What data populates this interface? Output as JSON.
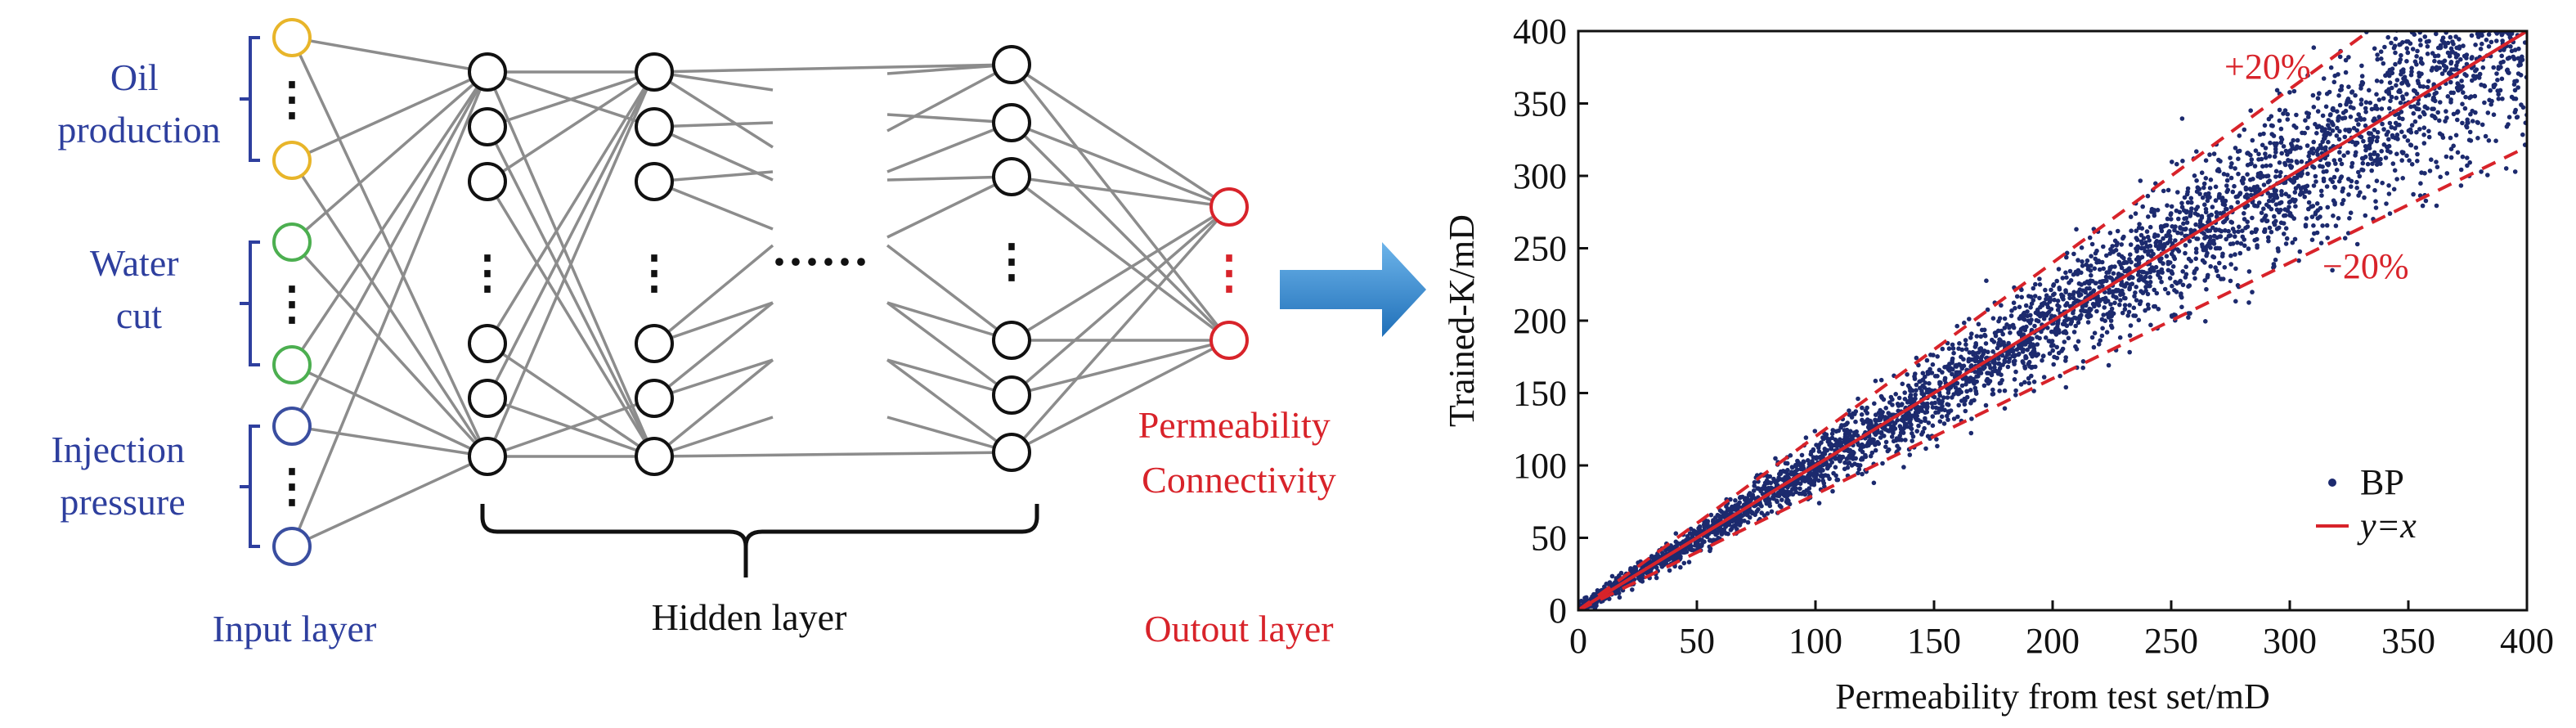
{
  "network": {
    "input_groups": [
      {
        "label_lines": [
          "Oil",
          "production"
        ],
        "node_color": "#e8b52a"
      },
      {
        "label_lines": [
          "Water",
          "cut"
        ],
        "node_color": "#4caf50"
      },
      {
        "label_lines": [
          "Injection",
          "pressure"
        ],
        "node_color": "#3a4ea0"
      }
    ],
    "output_labels": [
      "Permeability",
      "Connectivity"
    ],
    "layer_labels": {
      "input": "Input layer",
      "hidden": "Hidden layer",
      "output": "Outout layer"
    },
    "dots": {
      "vertical": "⋮",
      "horizontal": "······"
    },
    "colors": {
      "input_text": "#2e3f9e",
      "output": "#d8232a",
      "hidden_text": "#111111",
      "edge": "#8c8c8c",
      "node_stroke": "#111111",
      "arrow": "#3a8ed0"
    }
  },
  "chart_data": {
    "type": "scatter",
    "xlabel": "Permeability from test set/mD",
    "ylabel": "Trained-K/mD",
    "xlim": [
      0,
      400
    ],
    "ylim": [
      0,
      400
    ],
    "xticks": [
      0,
      50,
      100,
      150,
      200,
      250,
      300,
      350,
      400
    ],
    "yticks": [
      0,
      50,
      100,
      150,
      200,
      250,
      300,
      350,
      400
    ],
    "grid": false,
    "legend_position": "bottom-right",
    "series": [
      {
        "name": "BP",
        "kind": "scatter",
        "color": "#1c2a6e",
        "n_points": 4000,
        "x_range": [
          0,
          400
        ],
        "relation": "y ≈ x with roughly ±10% scatter"
      },
      {
        "name": "y=x",
        "kind": "line",
        "color": "#d8232a",
        "slope": 1.0
      }
    ],
    "bands": [
      {
        "label": "+20%",
        "slope": 1.2,
        "color": "#d8232a"
      },
      {
        "label": "−20%",
        "slope": 0.8,
        "color": "#d8232a"
      }
    ]
  }
}
